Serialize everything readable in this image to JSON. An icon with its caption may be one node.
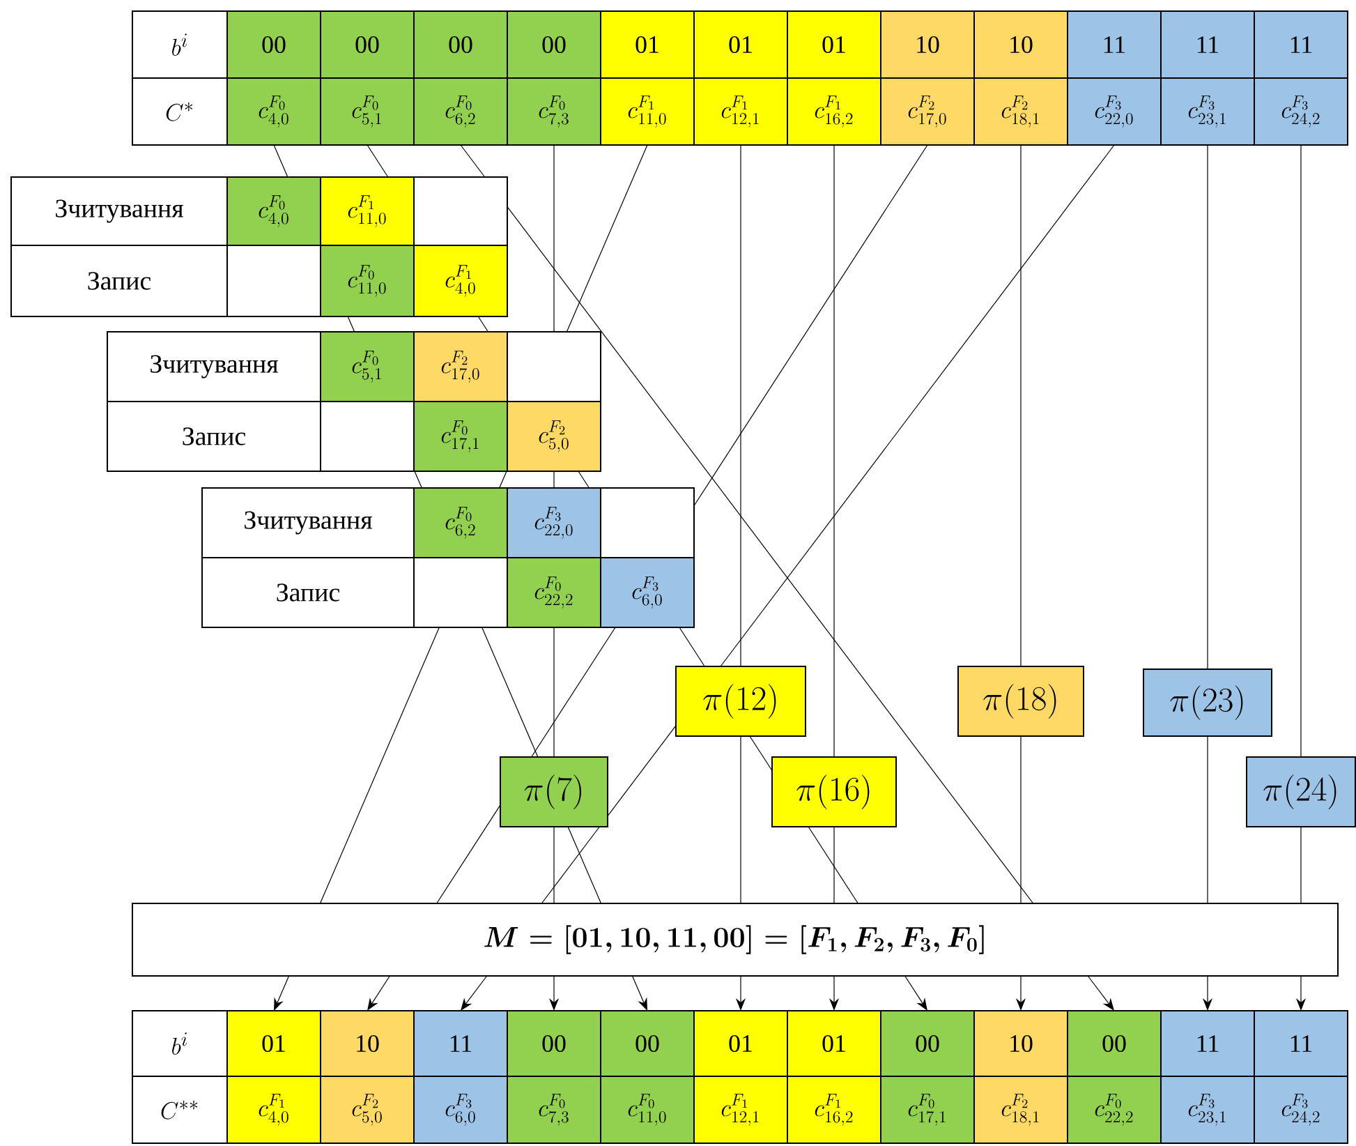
{
  "diagram": {
    "nodes": [
      {
        "text": [
          "b^i"
        ]
      },
      {
        "text": [
          "00"
        ]
      },
      {
        "text": [
          "00"
        ]
      },
      {
        "text": [
          "00"
        ]
      },
      {
        "text": [
          "00"
        ]
      },
      {
        "text": [
          "01"
        ]
      },
      {
        "text": [
          "01"
        ]
      },
      {
        "text": [
          "01"
        ]
      },
      {
        "text": [
          "10"
        ]
      },
      {
        "text": [
          "10"
        ]
      },
      {
        "text": [
          "11"
        ]
      },
      {
        "text": [
          "11"
        ]
      },
      {
        "text": [
          "11"
        ]
      },
      {
        "text": [
          "C^*"
        ]
      },
      {
        "text": [
          "c^{F_0}_{4,0}"
        ]
      },
      {
        "text": [
          "c^{F_0}_{5,1}"
        ]
      },
      {
        "text": [
          "c^{F_0}_{6,2}"
        ]
      },
      {
        "text": [
          "c^{F_0}_{7,3}"
        ]
      },
      {
        "text": [
          "c^{F_1}_{11,0}"
        ]
      },
      {
        "text": [
          "c^{F_1}_{12,1}"
        ]
      },
      {
        "text": [
          "c^{F_1}_{16,2}"
        ]
      },
      {
        "text": [
          "c^{F_2}_{17,0}"
        ]
      },
      {
        "text": [
          "c^{F_2}_{18,1}"
        ]
      },
      {
        "text": [
          "c^{F_3}_{22,0}"
        ]
      },
      {
        "text": [
          "c^{F_3}_{23,1}"
        ]
      },
      {
        "text": [
          "c^{F_3}_{24,2}"
        ]
      },
      {
        "text": [
          "Зчитування"
        ]
      },
      {
        "text": [
          "c^{F_0}_{4,0}"
        ]
      },
      {
        "text": [
          "c^{F_1}_{11,0}"
        ]
      },
      {
        "text": [],
        "shape": "box"
      },
      {
        "text": [
          "Запис"
        ]
      },
      {
        "text": [],
        "shape": "box"
      },
      {
        "text": [
          "c^{F_0}_{11,0}"
        ]
      },
      {
        "text": [
          "c^{F_1}_{4,0}"
        ]
      },
      {
        "text": [
          "Зчитування"
        ]
      },
      {
        "text": [
          "c^{F_0}_{5,1}"
        ]
      },
      {
        "text": [
          "c^{F_2}_{17,0}"
        ]
      },
      {
        "text": [],
        "shape": "box"
      },
      {
        "text": [
          "Запис"
        ]
      },
      {
        "text": [],
        "shape": "box"
      },
      {
        "text": [
          "c^{F_0}_{17,1}"
        ]
      },
      {
        "text": [
          "c^{F_2}_{5,0}"
        ]
      },
      {
        "text": [
          "Зчитування"
        ]
      },
      {
        "text": [
          "c^{F_0}_{6,2}"
        ]
      },
      {
        "text": [
          "c^{F_3}_{22,0}"
        ]
      },
      {
        "text": [],
        "shape": "box"
      },
      {
        "text": [
          "Запис"
        ]
      },
      {
        "text": [],
        "shape": "box"
      },
      {
        "text": [
          "c^{F_0}_{22,2}"
        ]
      },
      {
        "text": [
          "c^{F_3}_{6,0}"
        ]
      },
      {
        "text": [
          "\\pi(12)"
        ]
      },
      {
        "text": [
          "\\pi(18)"
        ]
      },
      {
        "text": [
          "\\pi(23)"
        ]
      },
      {
        "text": [
          "\\pi(7)"
        ]
      },
      {
        "text": [
          "\\pi(16)"
        ]
      },
      {
        "text": [
          "\\pi(24)"
        ]
      },
      {
        "text": [
          "\\boldsymbol{M = [01, 10, 11, 00] = [F_1, F_2, F_3, F_0]}"
        ]
      },
      {
        "text": [
          "b^i"
        ]
      },
      {
        "text": [
          "01"
        ]
      },
      {
        "text": [
          "10"
        ]
      },
      {
        "text": [
          "11"
        ]
      },
      {
        "text": [
          "00"
        ]
      },
      {
        "text": [
          "00"
        ]
      },
      {
        "text": [
          "01"
        ]
      },
      {
        "text": [
          "01"
        ]
      },
      {
        "text": [
          "00"
        ]
      },
      {
        "text": [
          "10"
        ]
      },
      {
        "text": [
          "00"
        ]
      },
      {
        "text": [
          "11"
        ]
      },
      {
        "text": [
          "11"
        ]
      },
      {
        "text": [
          "C^{**}"
        ]
      },
      {
        "text": [
          "c^{F_1}_{4,0}"
        ]
      },
      {
        "text": [
          "c^{F_2}_{5,0}"
        ]
      },
      {
        "text": [
          "c^{F_3}_{6,0}"
        ]
      },
      {
        "text": [
          "c^{F_0}_{7,3}"
        ]
      },
      {
        "text": [
          "c^{F_0}_{11,0}"
        ]
      },
      {
        "text": [
          "c^{F_1}_{12,1}"
        ]
      },
      {
        "text": [
          "c^{F_1}_{16,2}"
        ]
      },
      {
        "text": [
          "c^{F_0}_{17,1}"
        ]
      },
      {
        "text": [
          "c^{F_2}_{18,1}"
        ]
      },
      {
        "text": [
          "c^{F_0}_{22,2}"
        ]
      },
      {
        "text": [
          "c^{F_3}_{23,1}"
        ]
      },
      {
        "text": [
          "c^{F_3}_{24,2}"
        ]
      }
    ],
    "edges": [
      {
        "from": 14,
        "to": 27,
        "arrow": "none"
      },
      {
        "from": 32,
        "to": 35,
        "arrow": "none"
      },
      {
        "from": 39,
        "to": 43,
        "arrow": "none"
      },
      {
        "from": 47,
        "to": 53,
        "arrow": "none"
      },
      {
        "from": 53,
        "to": 56,
        "arrow": "none"
      },
      {
        "from": 56,
        "to": 62,
        "arrow": "to"
      },
      {
        "from": 15,
        "to": 28,
        "arrow": "none"
      },
      {
        "from": 33,
        "to": 36,
        "arrow": "none"
      },
      {
        "from": 41,
        "to": 44,
        "arrow": "none"
      },
      {
        "from": 49,
        "to": 50,
        "arrow": "none"
      },
      {
        "from": 50,
        "to": 54,
        "arrow": "none"
      },
      {
        "from": 54,
        "to": 56,
        "arrow": "none"
      },
      {
        "from": 56,
        "to": 65,
        "arrow": "to"
      },
      {
        "from": 16,
        "to": 29,
        "arrow": "none"
      },
      {
        "from": 29,
        "to": 56,
        "arrow": "none"
      },
      {
        "from": 56,
        "to": 67,
        "arrow": "to"
      },
      {
        "from": 17,
        "to": 37,
        "arrow": "none"
      },
      {
        "from": 41,
        "to": 44,
        "arrow": "none"
      },
      {
        "from": 48,
        "to": 53,
        "arrow": "none"
      },
      {
        "from": 53,
        "to": 56,
        "arrow": "none"
      },
      {
        "from": 56,
        "to": 61,
        "arrow": "to"
      },
      {
        "from": 18,
        "to": 37,
        "arrow": "none"
      },
      {
        "from": 41,
        "to": 43,
        "arrow": "none"
      },
      {
        "from": 47,
        "to": 56,
        "arrow": "none"
      },
      {
        "from": 56,
        "to": 58,
        "arrow": "to"
      },
      {
        "from": 19,
        "to": 50,
        "arrow": "none"
      },
      {
        "from": 50,
        "to": 56,
        "arrow": "none"
      },
      {
        "from": 56,
        "to": 63,
        "arrow": "to"
      },
      {
        "from": 20,
        "to": 54,
        "arrow": "none"
      },
      {
        "from": 54,
        "to": 56,
        "arrow": "none"
      },
      {
        "from": 56,
        "to": 64,
        "arrow": "to"
      },
      {
        "from": 21,
        "to": 45,
        "arrow": "none"
      },
      {
        "from": 49,
        "to": 53,
        "arrow": "none"
      },
      {
        "from": 53,
        "to": 56,
        "arrow": "none"
      },
      {
        "from": 56,
        "to": 59,
        "arrow": "to"
      },
      {
        "from": 22,
        "to": 51,
        "arrow": "none"
      },
      {
        "from": 51,
        "to": 56,
        "arrow": "none"
      },
      {
        "from": 56,
        "to": 66,
        "arrow": "to"
      },
      {
        "from": 23,
        "to": 50,
        "arrow": "none"
      },
      {
        "from": 50,
        "to": 53,
        "arrow": "none"
      },
      {
        "from": 53,
        "to": 56,
        "arrow": "none"
      },
      {
        "from": 56,
        "to": 60,
        "arrow": "to"
      },
      {
        "from": 24,
        "to": 52,
        "arrow": "none"
      },
      {
        "from": 52,
        "to": 56,
        "arrow": "none"
      },
      {
        "from": 56,
        "to": 68,
        "arrow": "to"
      },
      {
        "from": 25,
        "to": 55,
        "arrow": "none"
      },
      {
        "from": 55,
        "to": 56,
        "arrow": "none"
      },
      {
        "from": 56,
        "to": 69,
        "arrow": "to"
      }
    ]
  }
}
